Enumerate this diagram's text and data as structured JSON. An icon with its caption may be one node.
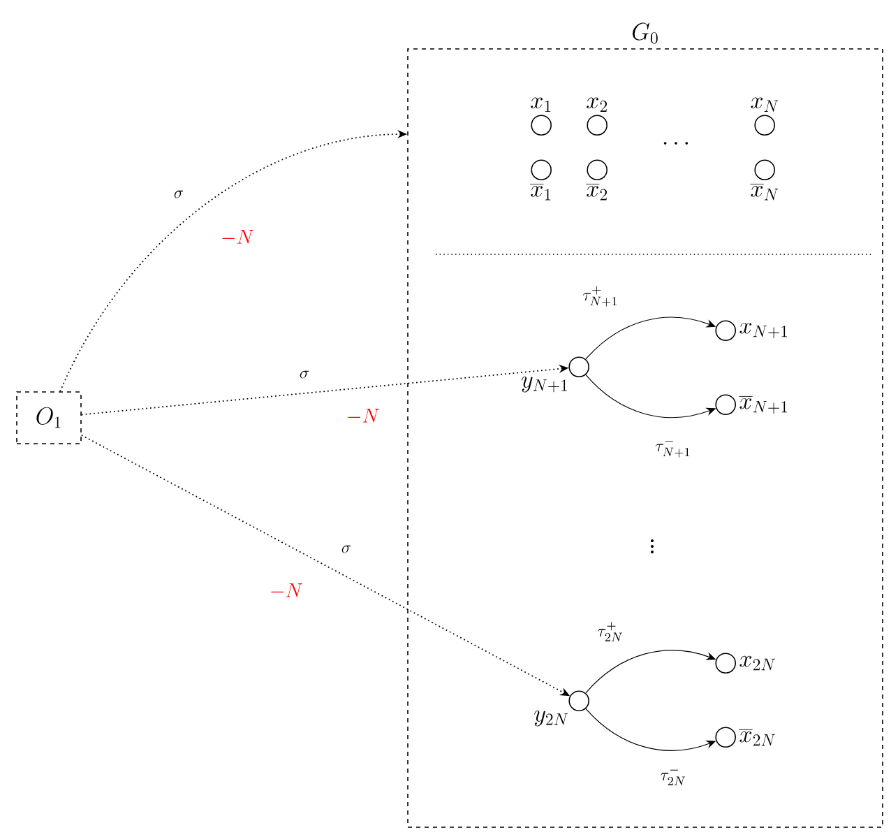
{
  "diagram": {
    "nodes": [
      {
        "text": [
          "G_0"
        ]
      },
      {
        "text": [
          "O_1"
        ]
      },
      {
        "text": [],
        "shape": "circle",
        "in": 0,
        "beside": [
          "x_1"
        ]
      },
      {
        "text": [],
        "shape": "circle",
        "in": 0,
        "beside": [
          "x_2"
        ]
      },
      {
        "text": [],
        "shape": "circle",
        "in": 0,
        "beside": [
          "x_N"
        ]
      },
      {
        "text": [],
        "shape": "circle",
        "in": 0,
        "beside": [
          "\\overline{x}_1"
        ]
      },
      {
        "text": [],
        "shape": "circle",
        "in": 0,
        "beside": [
          "\\overline{x}_2"
        ]
      },
      {
        "text": [],
        "shape": "circle",
        "in": 0,
        "beside": [
          "\\overline{x}_N"
        ]
      },
      {
        "text": [],
        "shape": "circle",
        "in": 0,
        "beside": [
          "y_{N+1}"
        ]
      },
      {
        "text": [],
        "shape": "circle",
        "in": 0,
        "beside": [
          "x_{N+1}"
        ]
      },
      {
        "text": [],
        "shape": "circle",
        "in": 0,
        "beside": [
          "\\overline{x}_{N+1}"
        ]
      },
      {
        "text": [],
        "shape": "circle",
        "in": 0,
        "beside": [
          "y_{2N}"
        ]
      },
      {
        "text": [],
        "shape": "circle",
        "in": 0,
        "beside": [
          "x_{2N}"
        ]
      },
      {
        "text": [],
        "shape": "circle",
        "in": 0,
        "beside": [
          "\\overline{x}_{2N}"
        ]
      }
    ],
    "edges": [
      {
        "from": 1,
        "to": 0,
        "arrow": "to",
        "style": "dashed",
        "label": "\\sigma"
      },
      {
        "from": 1,
        "to": 8,
        "arrow": "to",
        "style": "dashed",
        "label": "\\sigma"
      },
      {
        "from": 1,
        "to": 11,
        "arrow": "to",
        "style": "dashed",
        "label": "\\sigma"
      },
      {
        "from": 8,
        "to": 9,
        "arrow": "to",
        "label": "\\tau^+_{N+1}"
      },
      {
        "from": 8,
        "to": 10,
        "arrow": "to",
        "label": "\\tau^-_{N+1}"
      },
      {
        "from": 11,
        "to": 12,
        "arrow": "to",
        "label": "\\tau^+_{2N}"
      },
      {
        "from": 11,
        "to": 13,
        "arrow": "to",
        "label": "\\tau^-_{2N}"
      }
    ],
    "labels": [
      "-N",
      "-N",
      "-N",
      "\\cdots",
      "\\vdots"
    ]
  }
}
